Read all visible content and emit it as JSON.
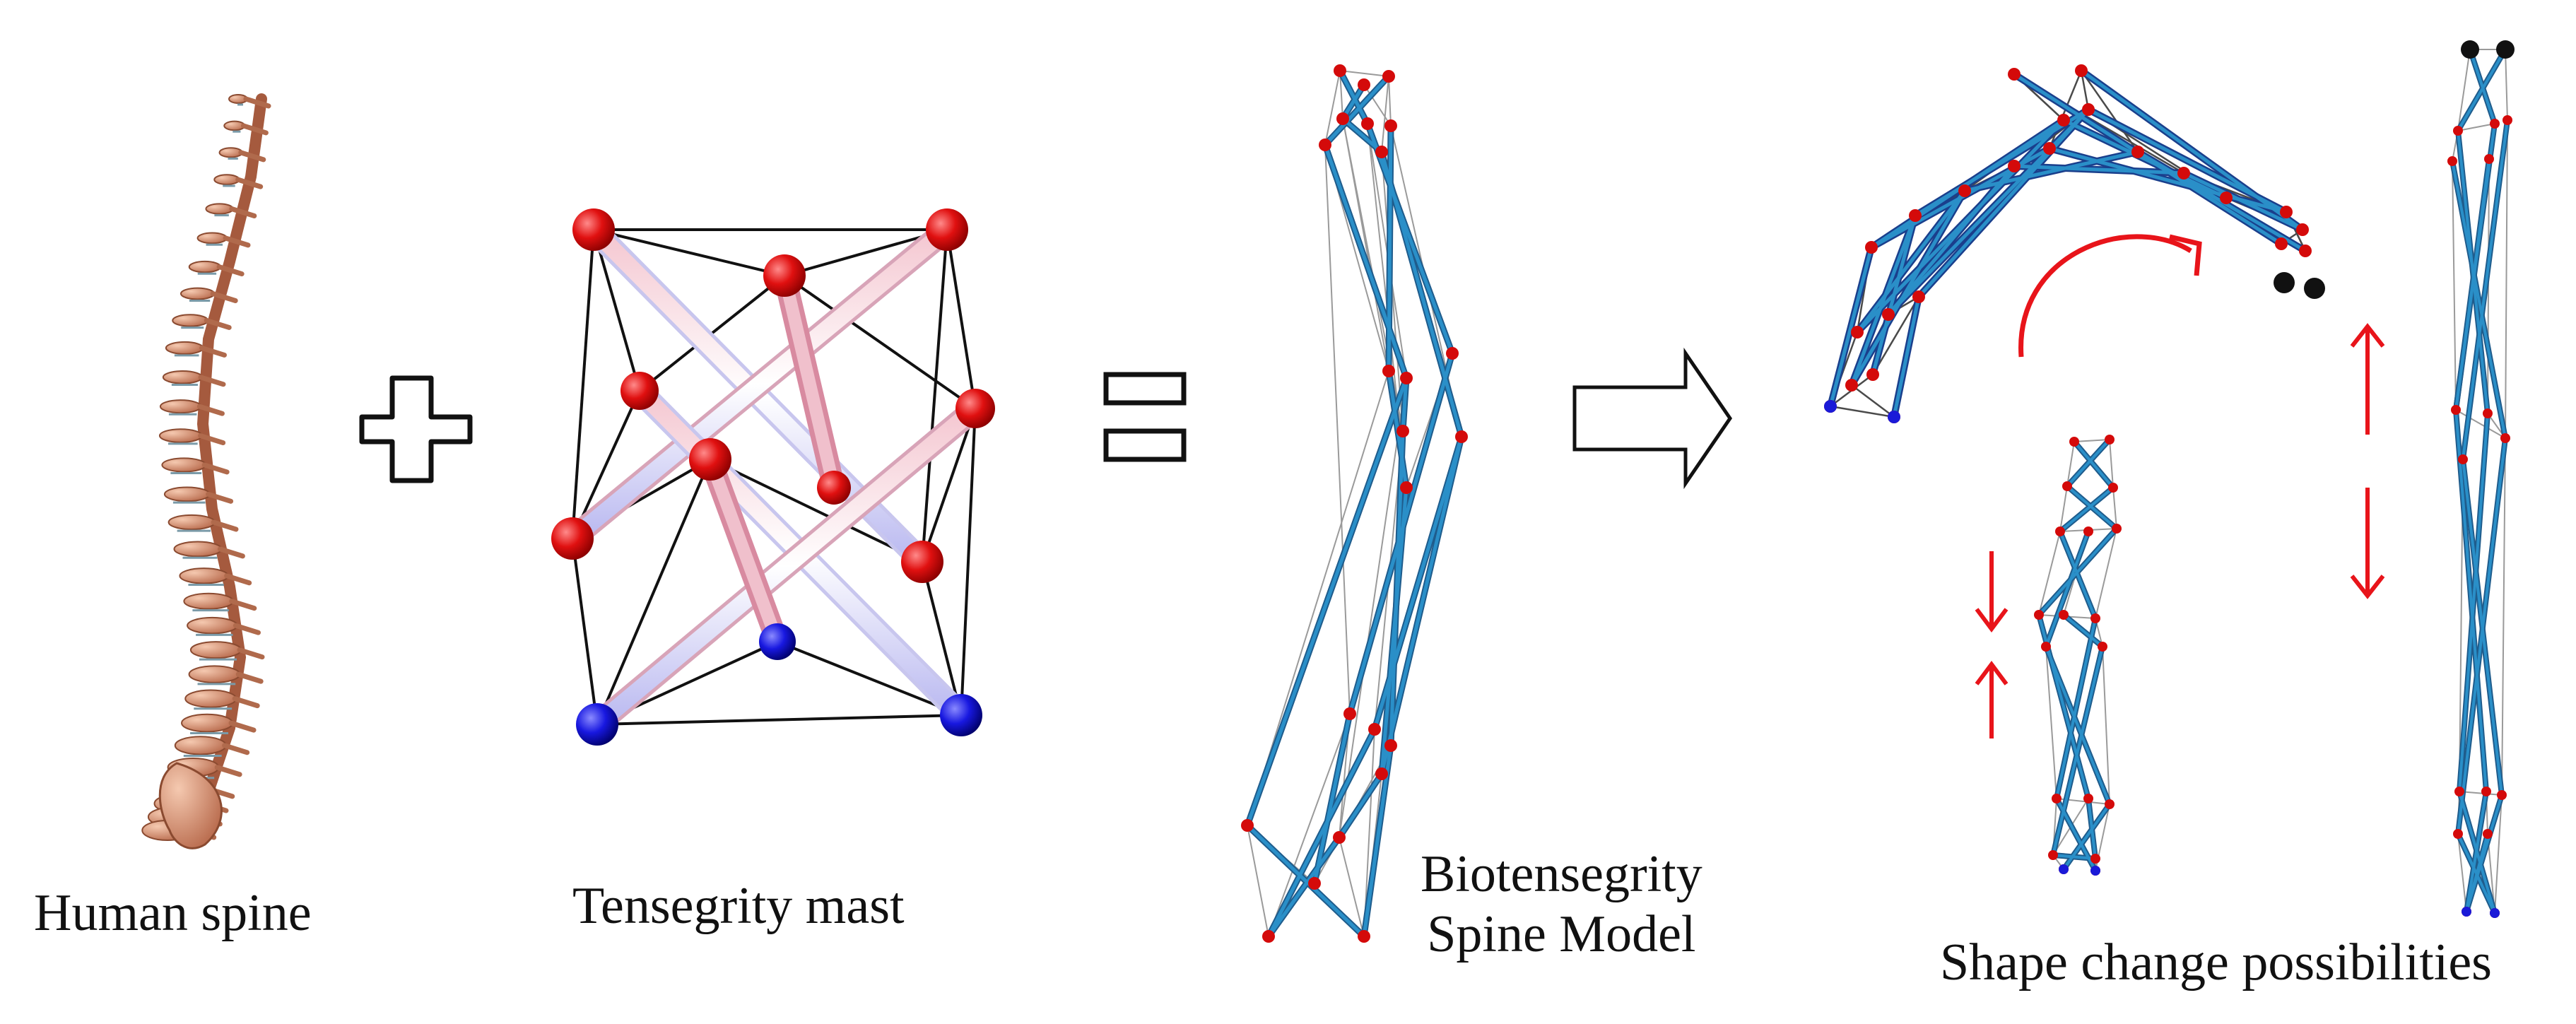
{
  "captions": {
    "human_spine": "Human spine",
    "tensegrity_mast": "Tensegrity mast",
    "biotensegrity_line1": "Biotensegrity",
    "biotensegrity_line2": "Spine Model",
    "shape_change": "Shape change possibilities"
  },
  "operators": {
    "plus": "plus-icon",
    "equals": "equals-icon",
    "arrow": "right-arrow-icon"
  },
  "colors": {
    "node_red": "#d40a0a",
    "node_blue": "#1a1ad8",
    "node_black": "#111111",
    "strut_blue": "#2a8fc8",
    "strut_pink": "#e8b6c8",
    "bone": "#d9957a",
    "annotation_red": "#e8141a"
  }
}
